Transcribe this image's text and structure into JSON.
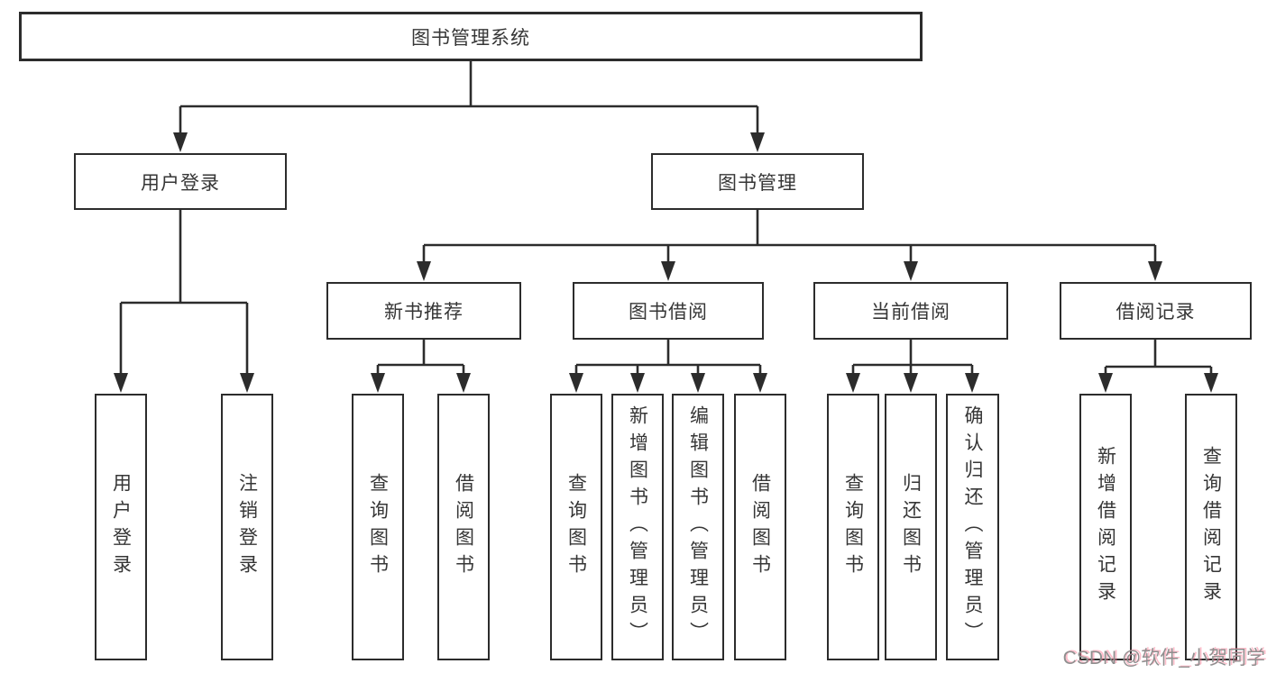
{
  "tree": {
    "root": "图书管理系统",
    "children": [
      {
        "label": "用户登录",
        "children": [
          "用户登录",
          "注销登录"
        ]
      },
      {
        "label": "图书管理",
        "children": [
          {
            "label": "新书推荐",
            "children": [
              "查询图书",
              "借阅图书"
            ]
          },
          {
            "label": "图书借阅",
            "children": [
              "查询图书",
              "新增图书（管理员）",
              "编辑图书（管理员）",
              "借阅图书"
            ]
          },
          {
            "label": "当前借阅",
            "children": [
              "查询图书",
              "归还图书",
              "确认归还（管理员）"
            ]
          },
          {
            "label": "借阅记录",
            "children": [
              "新增借阅记录",
              "查询借阅记录"
            ]
          }
        ]
      }
    ]
  },
  "watermark": "CSDN @软件_小贺同学",
  "colors": {
    "line": "#2c2c2c",
    "box_border": "#2c2c2c",
    "text": "#363636",
    "background": "#ffffff",
    "watermark_gray": "#8f8f8f",
    "watermark_pink": "#ff6e8c"
  }
}
